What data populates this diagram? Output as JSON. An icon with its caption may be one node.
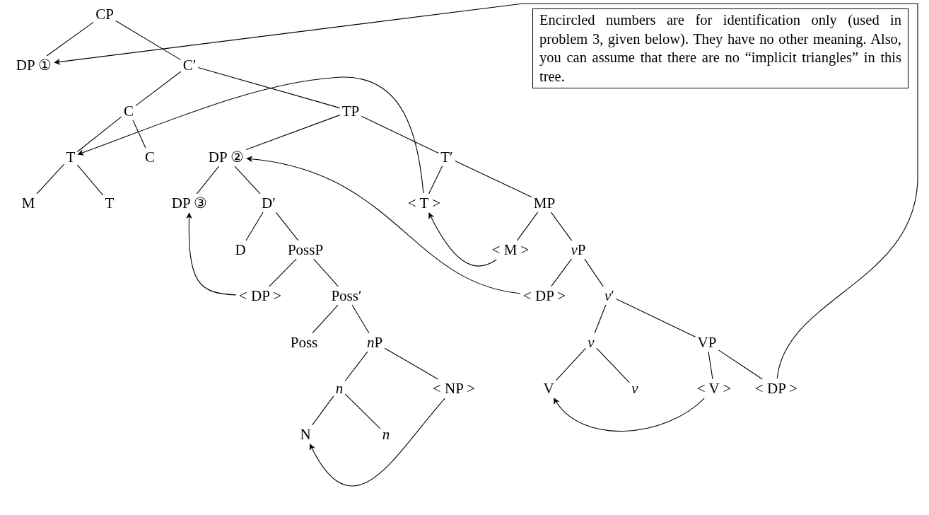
{
  "diagram": {
    "nodes": [
      {
        "text": [
          "CP"
        ]
      },
      {
        "text": [
          "DP ①"
        ]
      },
      {
        "text": [
          "C′"
        ]
      },
      {
        "text": [
          "C"
        ]
      },
      {
        "text": [
          "TP"
        ]
      },
      {
        "text": [
          "T"
        ]
      },
      {
        "text": [
          "C"
        ]
      },
      {
        "text": [
          "DP ②"
        ]
      },
      {
        "text": [
          "T′"
        ]
      },
      {
        "text": [
          "M"
        ]
      },
      {
        "text": [
          "T"
        ]
      },
      {
        "text": [
          "DP ③"
        ]
      },
      {
        "text": [
          "D′"
        ]
      },
      {
        "text": [
          "< T >"
        ]
      },
      {
        "text": [
          "MP"
        ]
      },
      {
        "text": [
          "D"
        ]
      },
      {
        "text": [
          "PossP"
        ]
      },
      {
        "text": [
          "< M >"
        ]
      },
      {
        "text": [
          "vP"
        ]
      },
      {
        "text": [
          "< DP >"
        ]
      },
      {
        "text": [
          "Poss′"
        ]
      },
      {
        "text": [
          "< DP >"
        ]
      },
      {
        "text": [
          "v′"
        ]
      },
      {
        "text": [
          "Poss"
        ]
      },
      {
        "text": [
          "nP"
        ]
      },
      {
        "text": [
          "v"
        ]
      },
      {
        "text": [
          "VP"
        ]
      },
      {
        "text": [
          "n"
        ]
      },
      {
        "text": [
          "< NP >"
        ]
      },
      {
        "text": [
          "V"
        ]
      },
      {
        "text": [
          "v"
        ]
      },
      {
        "text": [
          "< V >"
        ]
      },
      {
        "text": [
          "< DP >"
        ]
      },
      {
        "text": [
          "N"
        ]
      },
      {
        "text": [
          "n"
        ]
      }
    ],
    "edges": [
      {
        "from": 0,
        "to": 1,
        "arrow": "none"
      },
      {
        "from": 0,
        "to": 2,
        "arrow": "none"
      },
      {
        "from": 2,
        "to": 3,
        "arrow": "none"
      },
      {
        "from": 2,
        "to": 4,
        "arrow": "none"
      },
      {
        "from": 3,
        "to": 5,
        "arrow": "none"
      },
      {
        "from": 3,
        "to": 6,
        "arrow": "none"
      },
      {
        "from": 4,
        "to": 7,
        "arrow": "none"
      },
      {
        "from": 4,
        "to": 8,
        "arrow": "none"
      },
      {
        "from": 5,
        "to": 9,
        "arrow": "none"
      },
      {
        "from": 5,
        "to": 10,
        "arrow": "none"
      },
      {
        "from": 7,
        "to": 11,
        "arrow": "none"
      },
      {
        "from": 7,
        "to": 12,
        "arrow": "none"
      },
      {
        "from": 8,
        "to": 13,
        "arrow": "none"
      },
      {
        "from": 8,
        "to": 14,
        "arrow": "none"
      },
      {
        "from": 12,
        "to": 15,
        "arrow": "none"
      },
      {
        "from": 12,
        "to": 16,
        "arrow": "none"
      },
      {
        "from": 14,
        "to": 17,
        "arrow": "none"
      },
      {
        "from": 14,
        "to": 18,
        "arrow": "none"
      },
      {
        "from": 16,
        "to": 19,
        "arrow": "none"
      },
      {
        "from": 16,
        "to": 20,
        "arrow": "none"
      },
      {
        "from": 18,
        "to": 21,
        "arrow": "none"
      },
      {
        "from": 18,
        "to": 22,
        "arrow": "none"
      },
      {
        "from": 20,
        "to": 23,
        "arrow": "none"
      },
      {
        "from": 20,
        "to": 24,
        "arrow": "none"
      },
      {
        "from": 22,
        "to": 25,
        "arrow": "none"
      },
      {
        "from": 22,
        "to": 26,
        "arrow": "none"
      },
      {
        "from": 24,
        "to": 27,
        "arrow": "none"
      },
      {
        "from": 24,
        "to": 28,
        "arrow": "none"
      },
      {
        "from": 25,
        "to": 29,
        "arrow": "none"
      },
      {
        "from": 25,
        "to": 30,
        "arrow": "none"
      },
      {
        "from": 26,
        "to": 31,
        "arrow": "none"
      },
      {
        "from": 26,
        "to": 32,
        "arrow": "none"
      },
      {
        "from": 27,
        "to": 33,
        "arrow": "none"
      },
      {
        "from": 27,
        "to": 34,
        "arrow": "none"
      },
      {
        "from": 32,
        "to": 1,
        "arrow": "to"
      },
      {
        "from": 13,
        "to": 5,
        "arrow": "to"
      },
      {
        "from": 21,
        "to": 7,
        "arrow": "to"
      },
      {
        "from": 19,
        "to": 11,
        "arrow": "to"
      },
      {
        "from": 17,
        "to": 13,
        "arrow": "to"
      },
      {
        "from": 31,
        "to": 29,
        "arrow": "to"
      },
      {
        "from": 28,
        "to": 33,
        "arrow": "to"
      }
    ],
    "labels": [
      "Encircled numbers are for identification only (used in problem 3, given below). They have no other meaning. Also, you can assume that there are no “implicit triangles” in this tree."
    ]
  }
}
